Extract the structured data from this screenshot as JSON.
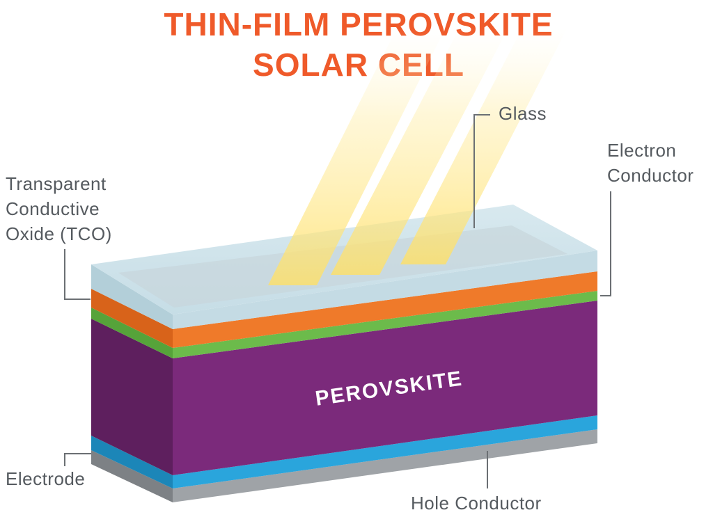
{
  "title": {
    "line1": "THIN-FILM PEROVSKITE",
    "line2": "SOLAR CELL"
  },
  "center_label": "PEROVSKITE",
  "labels": {
    "glass": "Glass",
    "electron_conductor": [
      "Electron",
      "Conductor"
    ],
    "tco": [
      "Transparent",
      "Conductive",
      "Oxide (TCO)"
    ],
    "electrode": "Electrode",
    "hole_conductor": "Hole Conductor"
  },
  "colors": {
    "title": "#ef5a2a",
    "label": "#555a5f",
    "glass": "#bcd6e0",
    "tco": "#ef7a2a",
    "electron_conductor": "#6cbb4b",
    "perovskite": "#7b2a7b",
    "hole_conductor": "#2aa5dc",
    "electrode": "#9a9ea2",
    "light": "#ffe27a"
  }
}
